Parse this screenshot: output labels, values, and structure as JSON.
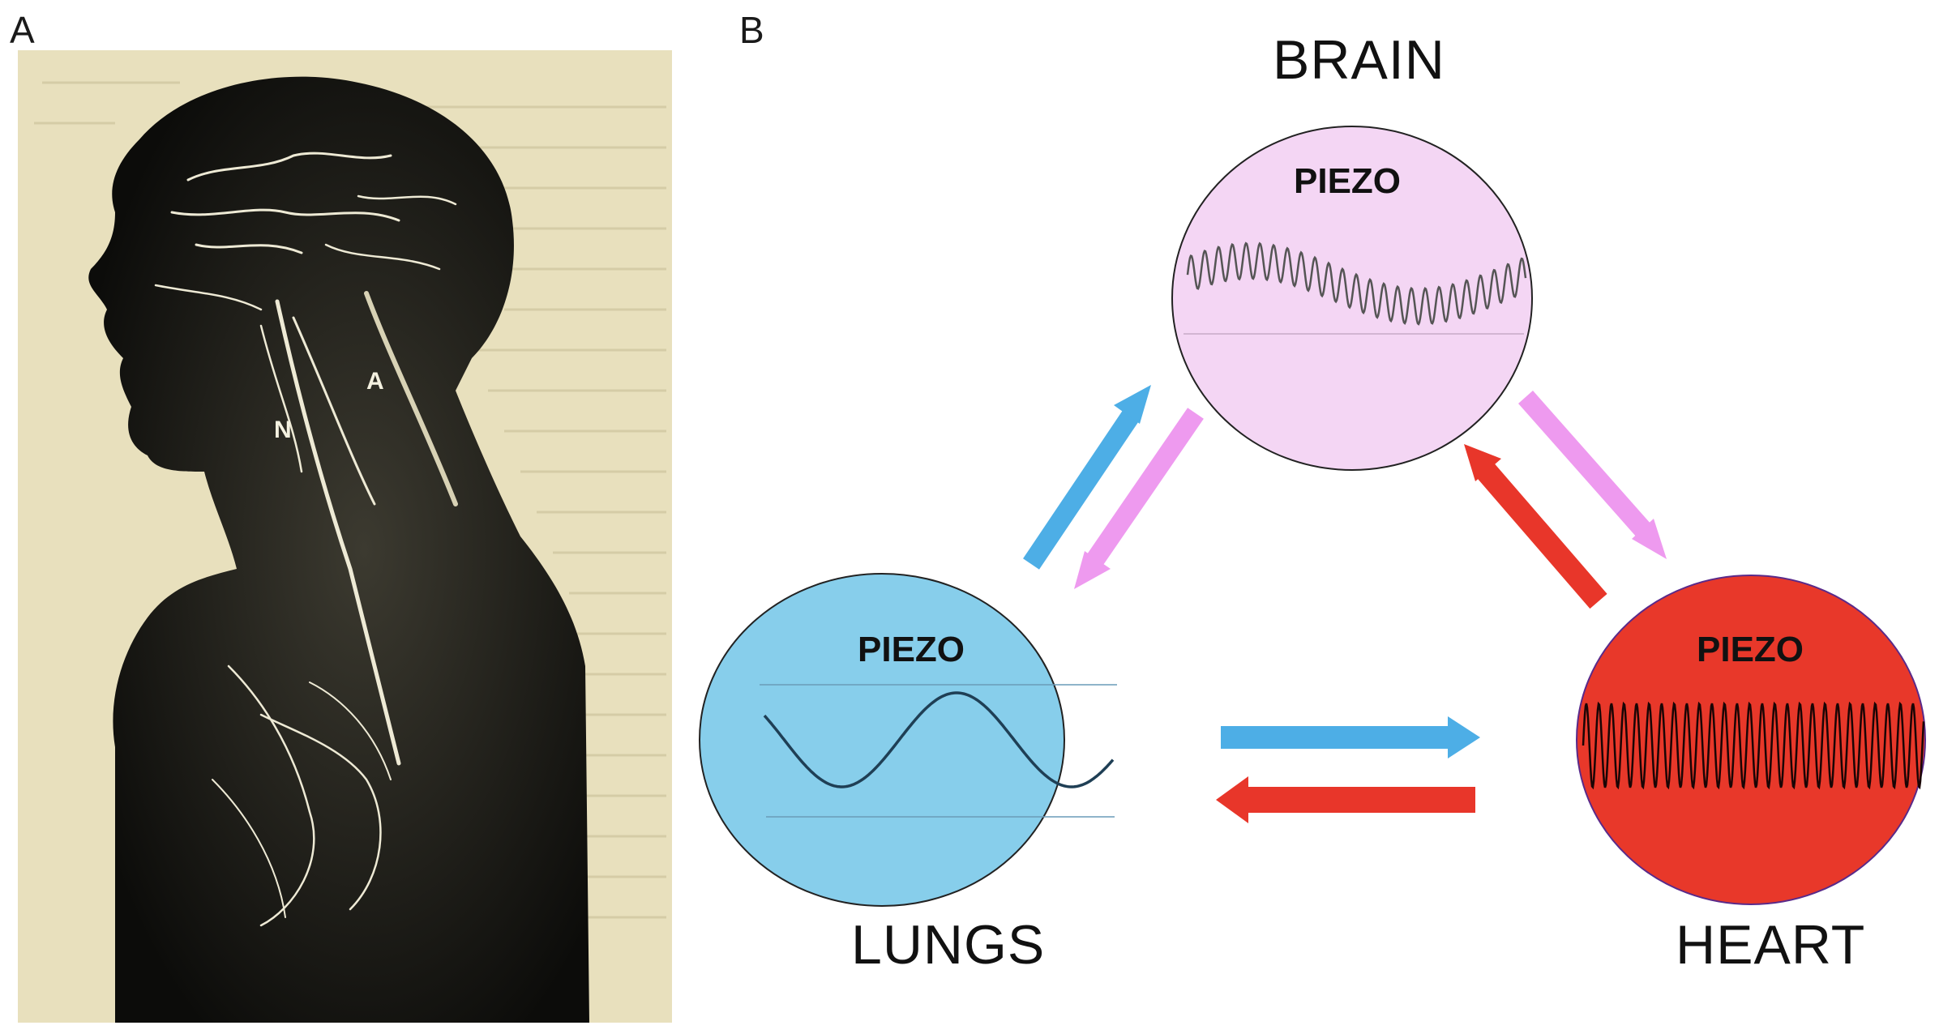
{
  "panels": {
    "a": "A",
    "b": "B"
  },
  "illustration": {
    "nerve_label_n": "N",
    "nerve_label_a": "A"
  },
  "organs": {
    "brain": {
      "label": "BRAIN",
      "piezo": "PIEZO",
      "color": "#f4d6f4"
    },
    "lungs": {
      "label": "LUNGS",
      "piezo": "PIEZO",
      "color": "#87ceeb"
    },
    "heart": {
      "label": "HEART",
      "piezo": "PIEZO",
      "color": "#e8382a"
    }
  },
  "arrow_colors": {
    "blue": "#4daee6",
    "pink": "#ee9aef",
    "red": "#e8362a"
  }
}
